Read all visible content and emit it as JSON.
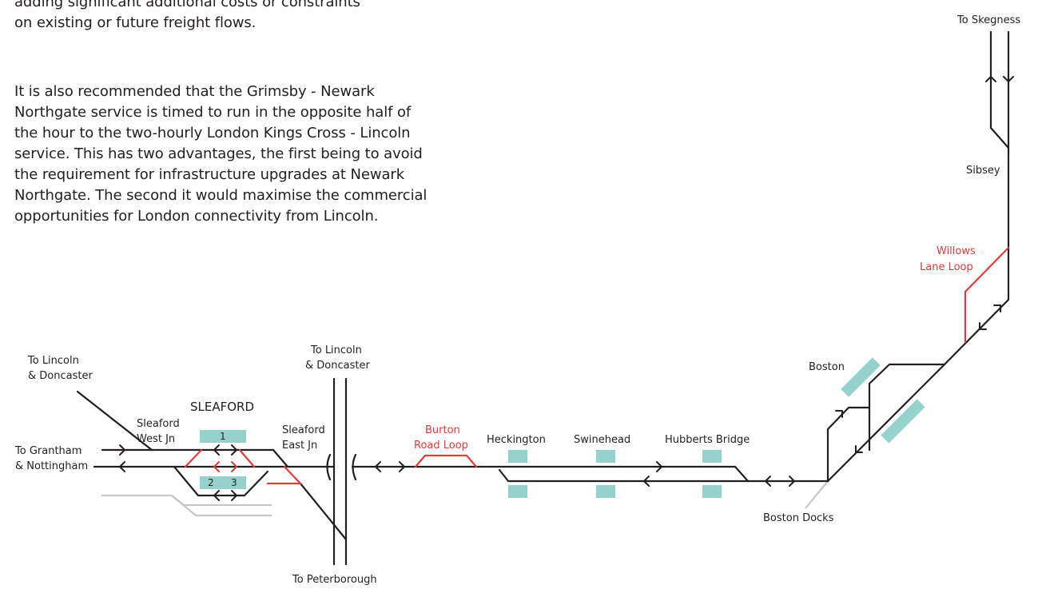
{
  "text": {
    "para1": "the amount of... adding significant additional costs or constraints on existing or future freight flows.",
    "para1_lines": [
      "adding significant additional costs or constraints",
      "on existing or future freight flows."
    ],
    "para2_lines": [
      "It is also recommended that the Grimsby - Newark",
      "Northgate service is timed to run in the opposite half of",
      "the hour to the two-hourly London Kings Cross - Lincoln",
      "service. This has two advantages, the first being to avoid",
      "the requirement for infrastructure upgrades at Newark",
      "Northgate. The second it would maximise the commercial",
      "opportunities for London connectivity from Lincoln."
    ]
  },
  "diagram": {
    "labels": {
      "to_skegness": "To Skegness",
      "sibsey": "Sibsey",
      "willows_loop_1": "Willows",
      "willows_loop_2": "Lane Loop",
      "boston": "Boston",
      "boston_docks": "Boston Docks",
      "hubberts_bridge": "Hubberts Bridge",
      "swinehead": "Swinehead",
      "heckington": "Heckington",
      "burton_1": "Burton",
      "burton_2": "Road Loop",
      "to_lincoln_mid_1": "To Lincoln",
      "to_lincoln_mid_2": "& Doncaster",
      "to_peterborough": "To Peterborough",
      "sleaford_east_1": "Sleaford",
      "sleaford_east_2": "East Jn",
      "sleaford": "SLEAFORD",
      "sleaford_west_1": "Sleaford",
      "sleaford_west_2": "West Jn",
      "to_lincoln_left_1": "To Lincoln",
      "to_lincoln_left_2": "& Doncaster",
      "to_grantham_1": "To Grantham",
      "to_grantham_2": "& Nottingham",
      "platform_1": "1",
      "platform_2": "2",
      "platform_3": "3"
    },
    "colors": {
      "track": "#231f20",
      "new_infrastructure": "#e03c3c",
      "platform": "#96d2cc",
      "freight_siding": "#c8c8c8"
    }
  }
}
